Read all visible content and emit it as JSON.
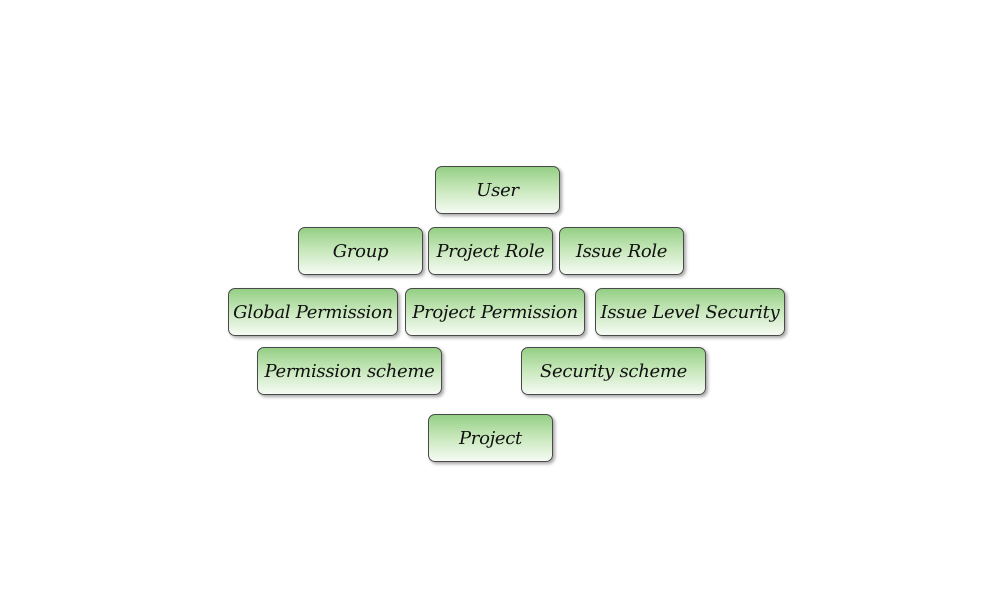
{
  "diagram": {
    "nodes": [
      {
        "id": "user",
        "label": "User"
      },
      {
        "id": "group",
        "label": "Group"
      },
      {
        "id": "project-role",
        "label": "Project Role"
      },
      {
        "id": "issue-role",
        "label": "Issue Role"
      },
      {
        "id": "global-permission",
        "label": "Global Permission"
      },
      {
        "id": "project-permission",
        "label": "Project Permission"
      },
      {
        "id": "issue-level-security",
        "label": "Issue Level Security"
      },
      {
        "id": "permission-scheme",
        "label": "Permission scheme"
      },
      {
        "id": "security-scheme",
        "label": "Security scheme"
      },
      {
        "id": "project",
        "label": "Project"
      }
    ],
    "colors": {
      "node_top": "#95cf85",
      "node_bottom": "#f6fbf4",
      "border": "#4a4a4a"
    }
  }
}
